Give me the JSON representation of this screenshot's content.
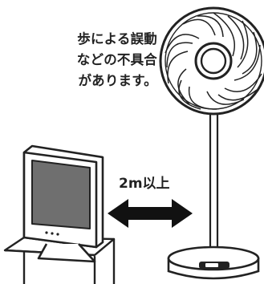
{
  "caption": {
    "line1": "歩による誤動",
    "line2": "などの不具合",
    "line3": "があります。"
  },
  "distance_label": "2m以上",
  "icons": [
    "computer-monitor-icon",
    "double-arrow-icon",
    "electric-fan-icon"
  ],
  "colors": {
    "ink": "#222222",
    "screen": "#6f6f6f",
    "paper": "#ffffff"
  }
}
